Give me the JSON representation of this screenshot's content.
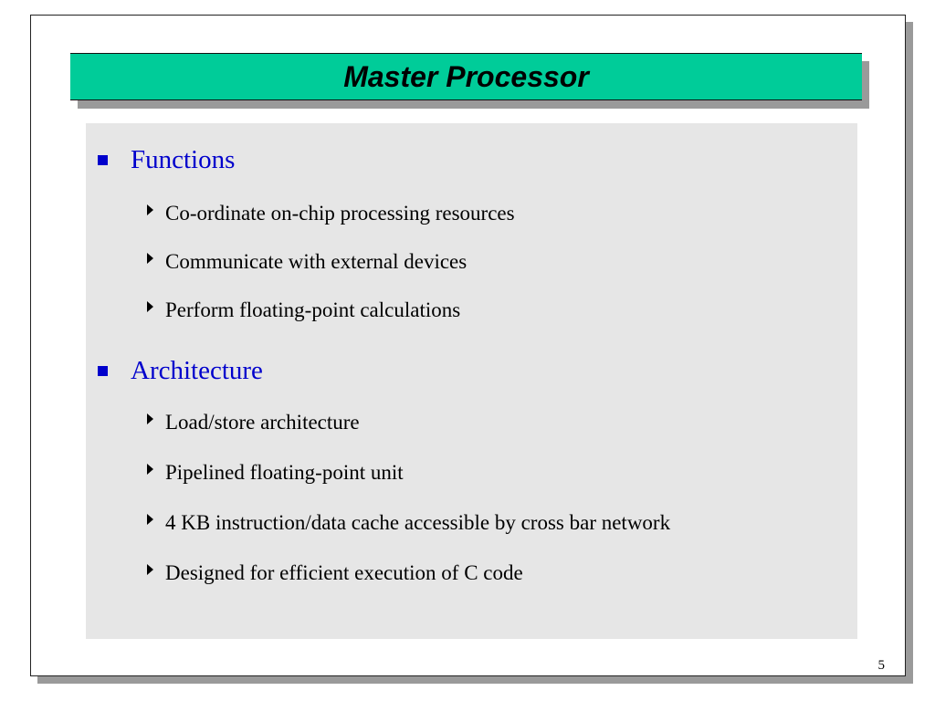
{
  "slide": {
    "title": "Master Processor",
    "page_number": "5",
    "sections": [
      {
        "heading": "Functions",
        "items": [
          "Co-ordinate on-chip processing resources",
          "Communicate with external devices",
          "Perform floating-point calculations"
        ]
      },
      {
        "heading": "Architecture",
        "items": [
          "Load/store architecture",
          "Pipelined floating-point unit",
          "4 KB instruction/data cache accessible by cross bar network",
          "Designed for efficient execution of C code"
        ]
      }
    ],
    "colors": {
      "title_bar": "#00cc99",
      "heading_text": "#0000cc",
      "panel_background": "#e6e6e6",
      "shadow": "#9a9a9a"
    },
    "icons": {
      "section_bullet": "square-bullet-icon",
      "item_bullet": "triangle-bullet-icon"
    }
  }
}
